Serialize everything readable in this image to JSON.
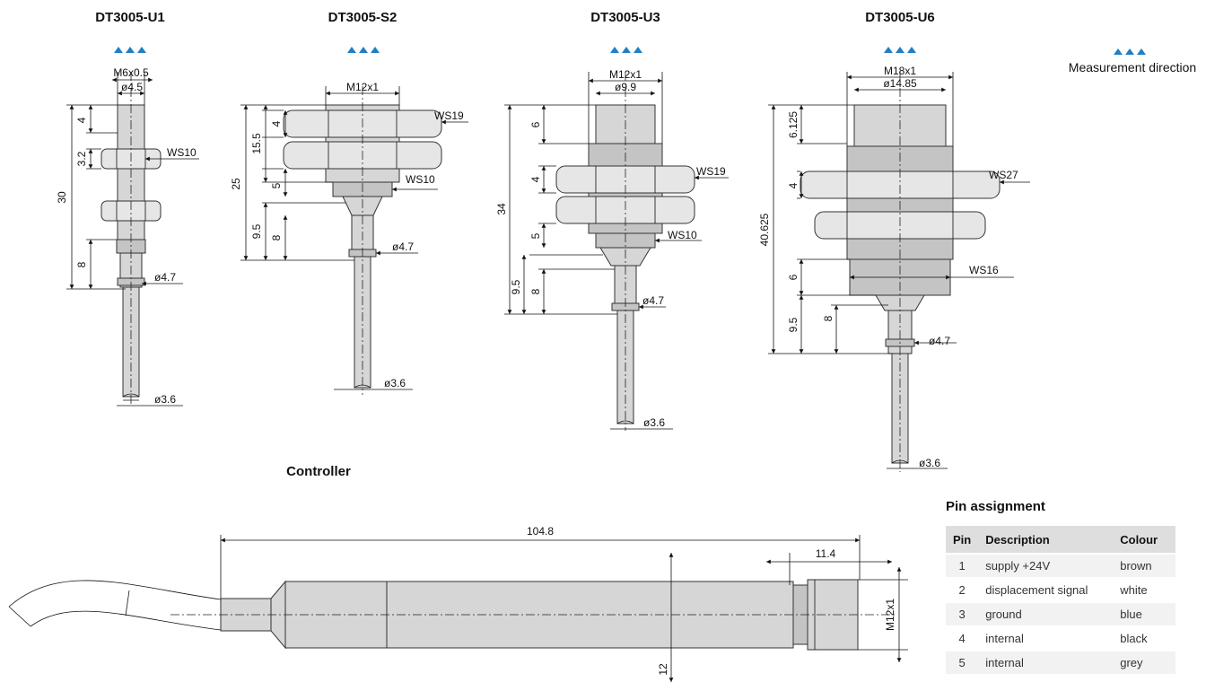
{
  "sensors": [
    {
      "title": "DT3005-U1",
      "thread": "M6x0.5",
      "dia_tip": "ø4.5",
      "d_top": "4",
      "d_nut": "3.2",
      "d_total": "30",
      "d_lower": "8",
      "wrench": "WS10",
      "dia_neck": "ø4.7",
      "dia_cable": "ø3.6"
    },
    {
      "title": "DT3005-S2",
      "thread": "M12x1",
      "wrench_top": "WS19",
      "wrench_bottom": "WS10",
      "d_total": "25",
      "d_upper": "15.5",
      "d_nut": "4",
      "d_mid": "5",
      "d_lower_total": "9.5",
      "d_lower": "8",
      "dia_neck": "ø4.7",
      "dia_cable": "ø3.6"
    },
    {
      "title": "DT3005-U3",
      "thread": "M12x1",
      "dia_tip": "ø9.9",
      "d_top": "6",
      "d_nut": "4",
      "d_total": "34",
      "d_mid": "5",
      "d_lower_total": "9.5",
      "d_lower": "8",
      "wrench_top": "WS19",
      "wrench_bottom": "WS10",
      "dia_neck": "ø4.7",
      "dia_cable": "ø3.6"
    },
    {
      "title": "DT3005-U6",
      "thread": "M18x1",
      "dia_tip": "ø14.85",
      "d_top": "6.125",
      "d_nut": "4",
      "d_total": "40.625",
      "d_mid": "6",
      "d_lower_total": "9.5",
      "d_lower": "8",
      "wrench_top": "WS27",
      "wrench_bottom": "WS16",
      "dia_neck": "ø4.7",
      "dia_cable": "ø3.6"
    }
  ],
  "measurement_direction": {
    "label": "Measurement direction",
    "color": "#1f7fc4"
  },
  "controller": {
    "title": "Controller",
    "length": "104.8",
    "thread_len": "11.4",
    "thread": "M12x1",
    "height": "12"
  },
  "pin_assignment": {
    "title": "Pin assignment",
    "headers": [
      "Pin",
      "Description",
      "Colour"
    ],
    "rows": [
      [
        "1",
        "supply +24V",
        "brown"
      ],
      [
        "2",
        "displacement signal",
        "white"
      ],
      [
        "3",
        "ground",
        "blue"
      ],
      [
        "4",
        "internal",
        "black"
      ],
      [
        "5",
        "internal",
        "grey"
      ]
    ]
  }
}
